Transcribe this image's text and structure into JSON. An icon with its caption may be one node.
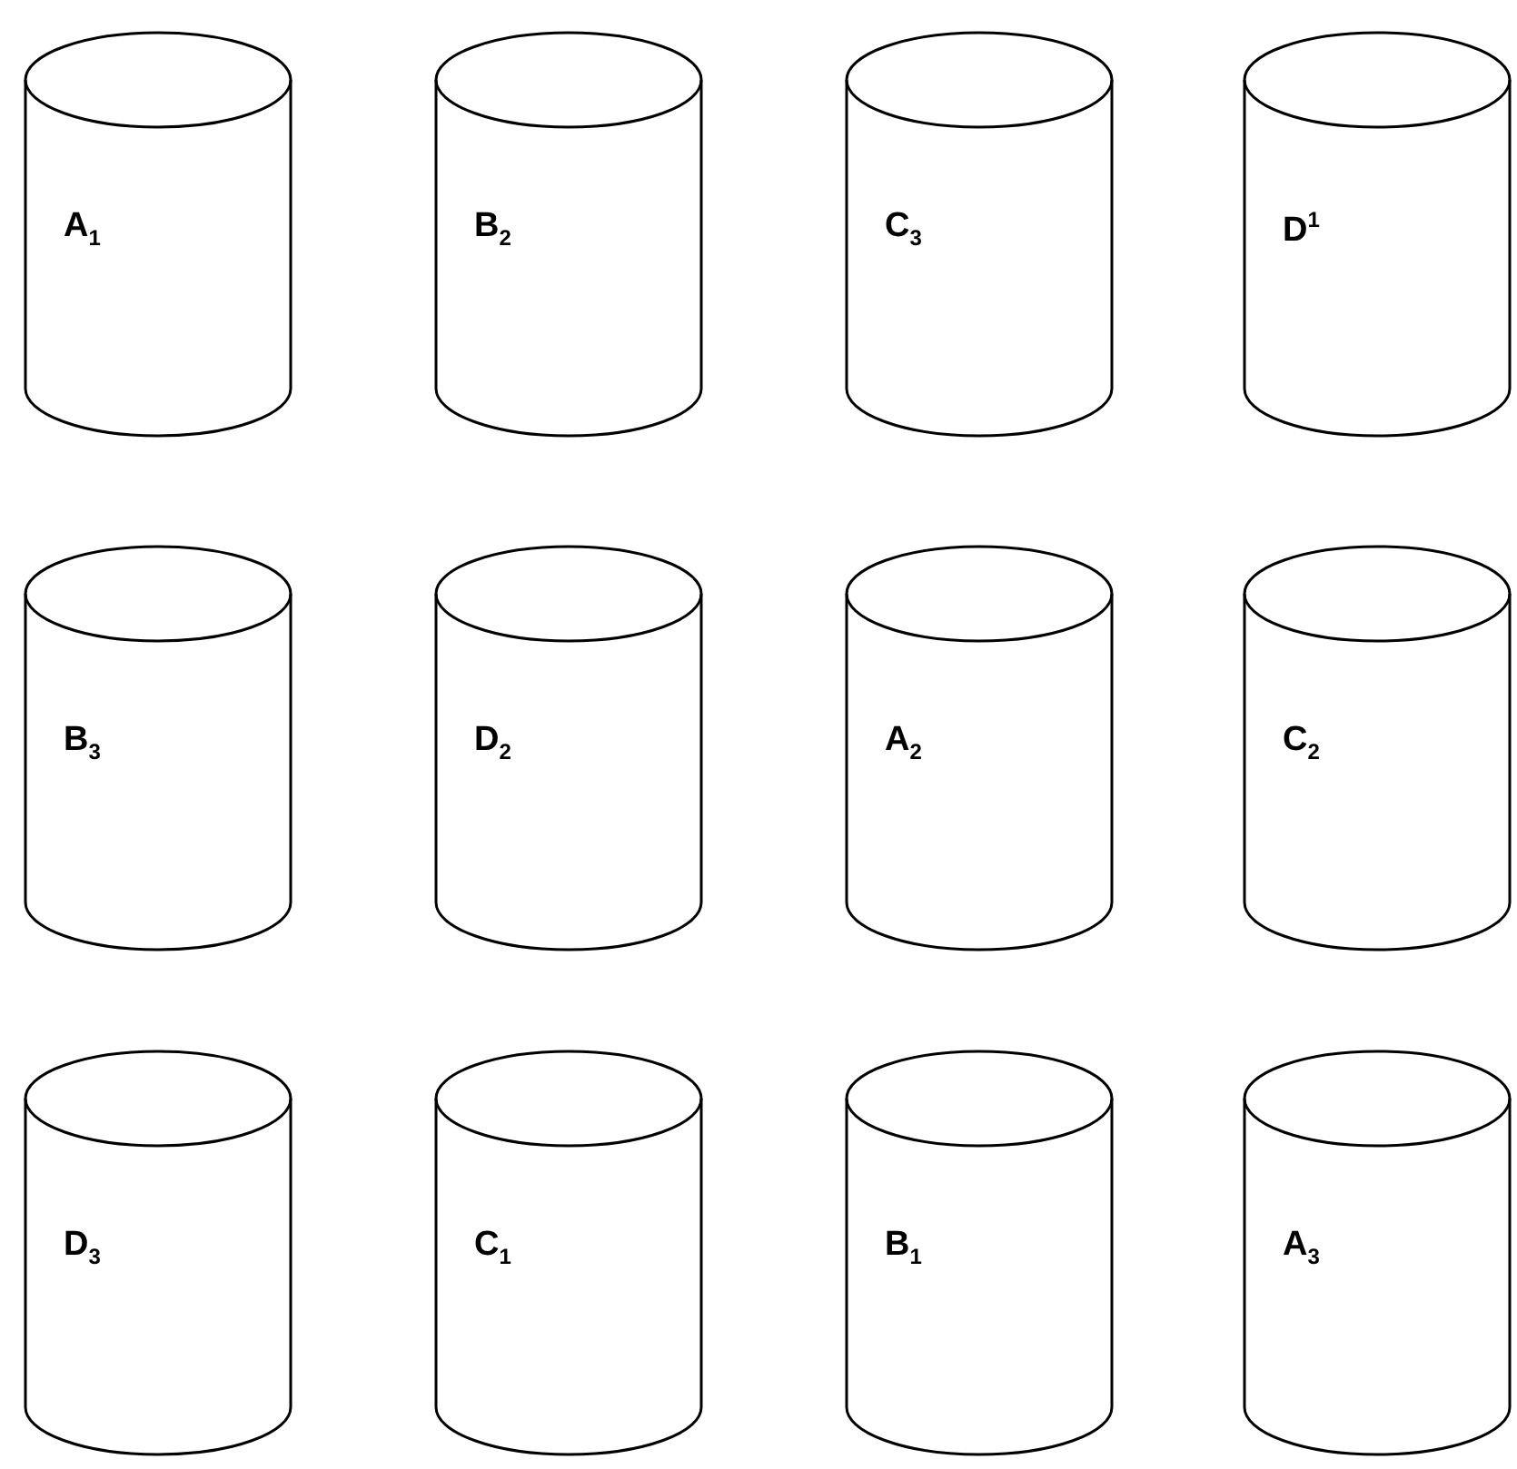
{
  "diagram": {
    "nodes": [
      {
        "text": [
          "**A**$_{1}$"
        ]
      },
      {
        "text": [
          "**B**$_{2}$"
        ]
      },
      {
        "text": [
          "**C**$_{3}$"
        ]
      },
      {
        "text": [
          "**D**$^{1}$"
        ]
      },
      {
        "text": [
          "**B**$_{3}$"
        ]
      },
      {
        "text": [
          "**D**$_{2}$"
        ]
      },
      {
        "text": [
          "**A**$_{2}$"
        ]
      },
      {
        "text": [
          "**C**$_{2}$"
        ]
      },
      {
        "text": [
          "**D**$_{3}$"
        ]
      },
      {
        "text": [
          "**C**$_{1}$"
        ]
      },
      {
        "text": [
          "**B**$_{1}$"
        ]
      },
      {
        "text": [
          "**A**$_{3}$"
        ]
      }
    ]
  }
}
